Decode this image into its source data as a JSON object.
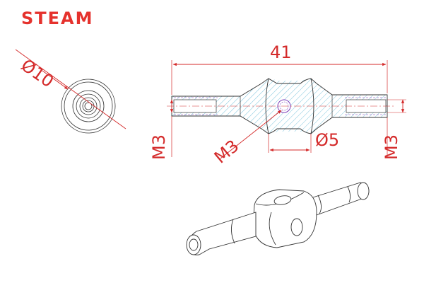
{
  "brand": {
    "logo_text": "STEAM",
    "logo_color": "#e5322d"
  },
  "colors": {
    "dimension": "#d42a2a",
    "outline": "#333333",
    "hatch": "#5fb7d4",
    "hole": "#7b3fb8"
  },
  "dimensions": {
    "outer_diameter": "Ø10",
    "total_length": "41",
    "center_diameter": "Ø5",
    "thread_center": "M3",
    "thread_left": "M3",
    "thread_right": "M3"
  }
}
